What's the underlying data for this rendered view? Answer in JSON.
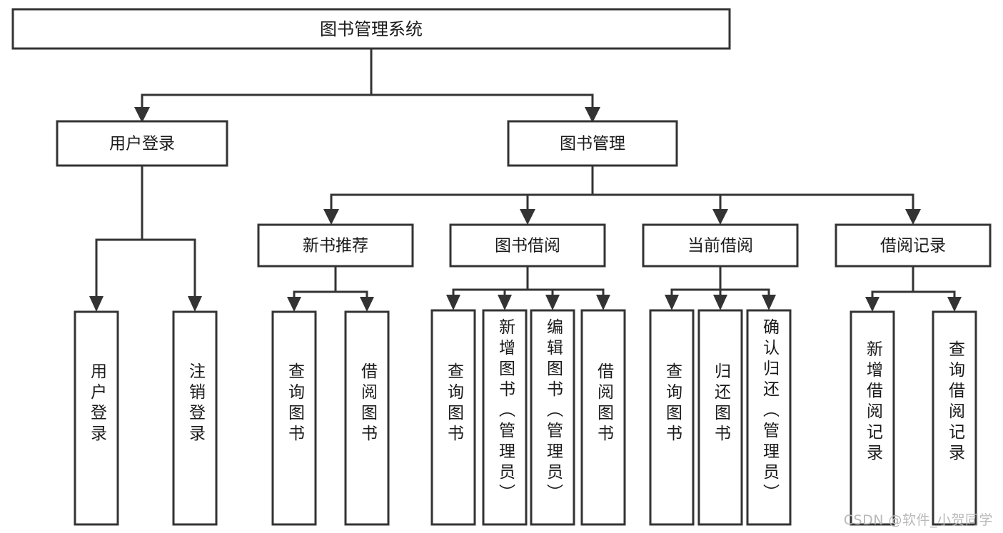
{
  "diagram": {
    "title": "图书管理系统",
    "type": "tree-hierarchy-chart",
    "watermark": "CSDN @软件_小贺同学",
    "colors": {
      "stroke": "#333333",
      "fill": "#ffffff",
      "text": "#1a1a1a",
      "watermark": "#b9b9b9",
      "background": "#ffffff"
    },
    "root": {
      "label": "图书管理系统"
    },
    "level2": [
      {
        "label": "用户登录"
      },
      {
        "label": "图书管理"
      }
    ],
    "level3": [
      {
        "label": "新书推荐"
      },
      {
        "label": "图书借阅"
      },
      {
        "label": "当前借阅"
      },
      {
        "label": "借阅记录"
      }
    ],
    "leaves": {
      "user_login": [
        {
          "label": "用户登录"
        },
        {
          "label": "注销登录"
        }
      ],
      "new_book_recommend": [
        {
          "label": "查询图书"
        },
        {
          "label": "借阅图书"
        }
      ],
      "book_borrow": [
        {
          "label": "查询图书"
        },
        {
          "label": "新增图书（管理员）"
        },
        {
          "label": "编辑图书（管理员）"
        },
        {
          "label": "借阅图书"
        }
      ],
      "current_borrow": [
        {
          "label": "查询图书"
        },
        {
          "label": "归还图书"
        },
        {
          "label": "确认归还（管理员）"
        }
      ],
      "borrow_record": [
        {
          "label": "新增借阅记录"
        },
        {
          "label": "查询借阅记录"
        }
      ]
    }
  }
}
